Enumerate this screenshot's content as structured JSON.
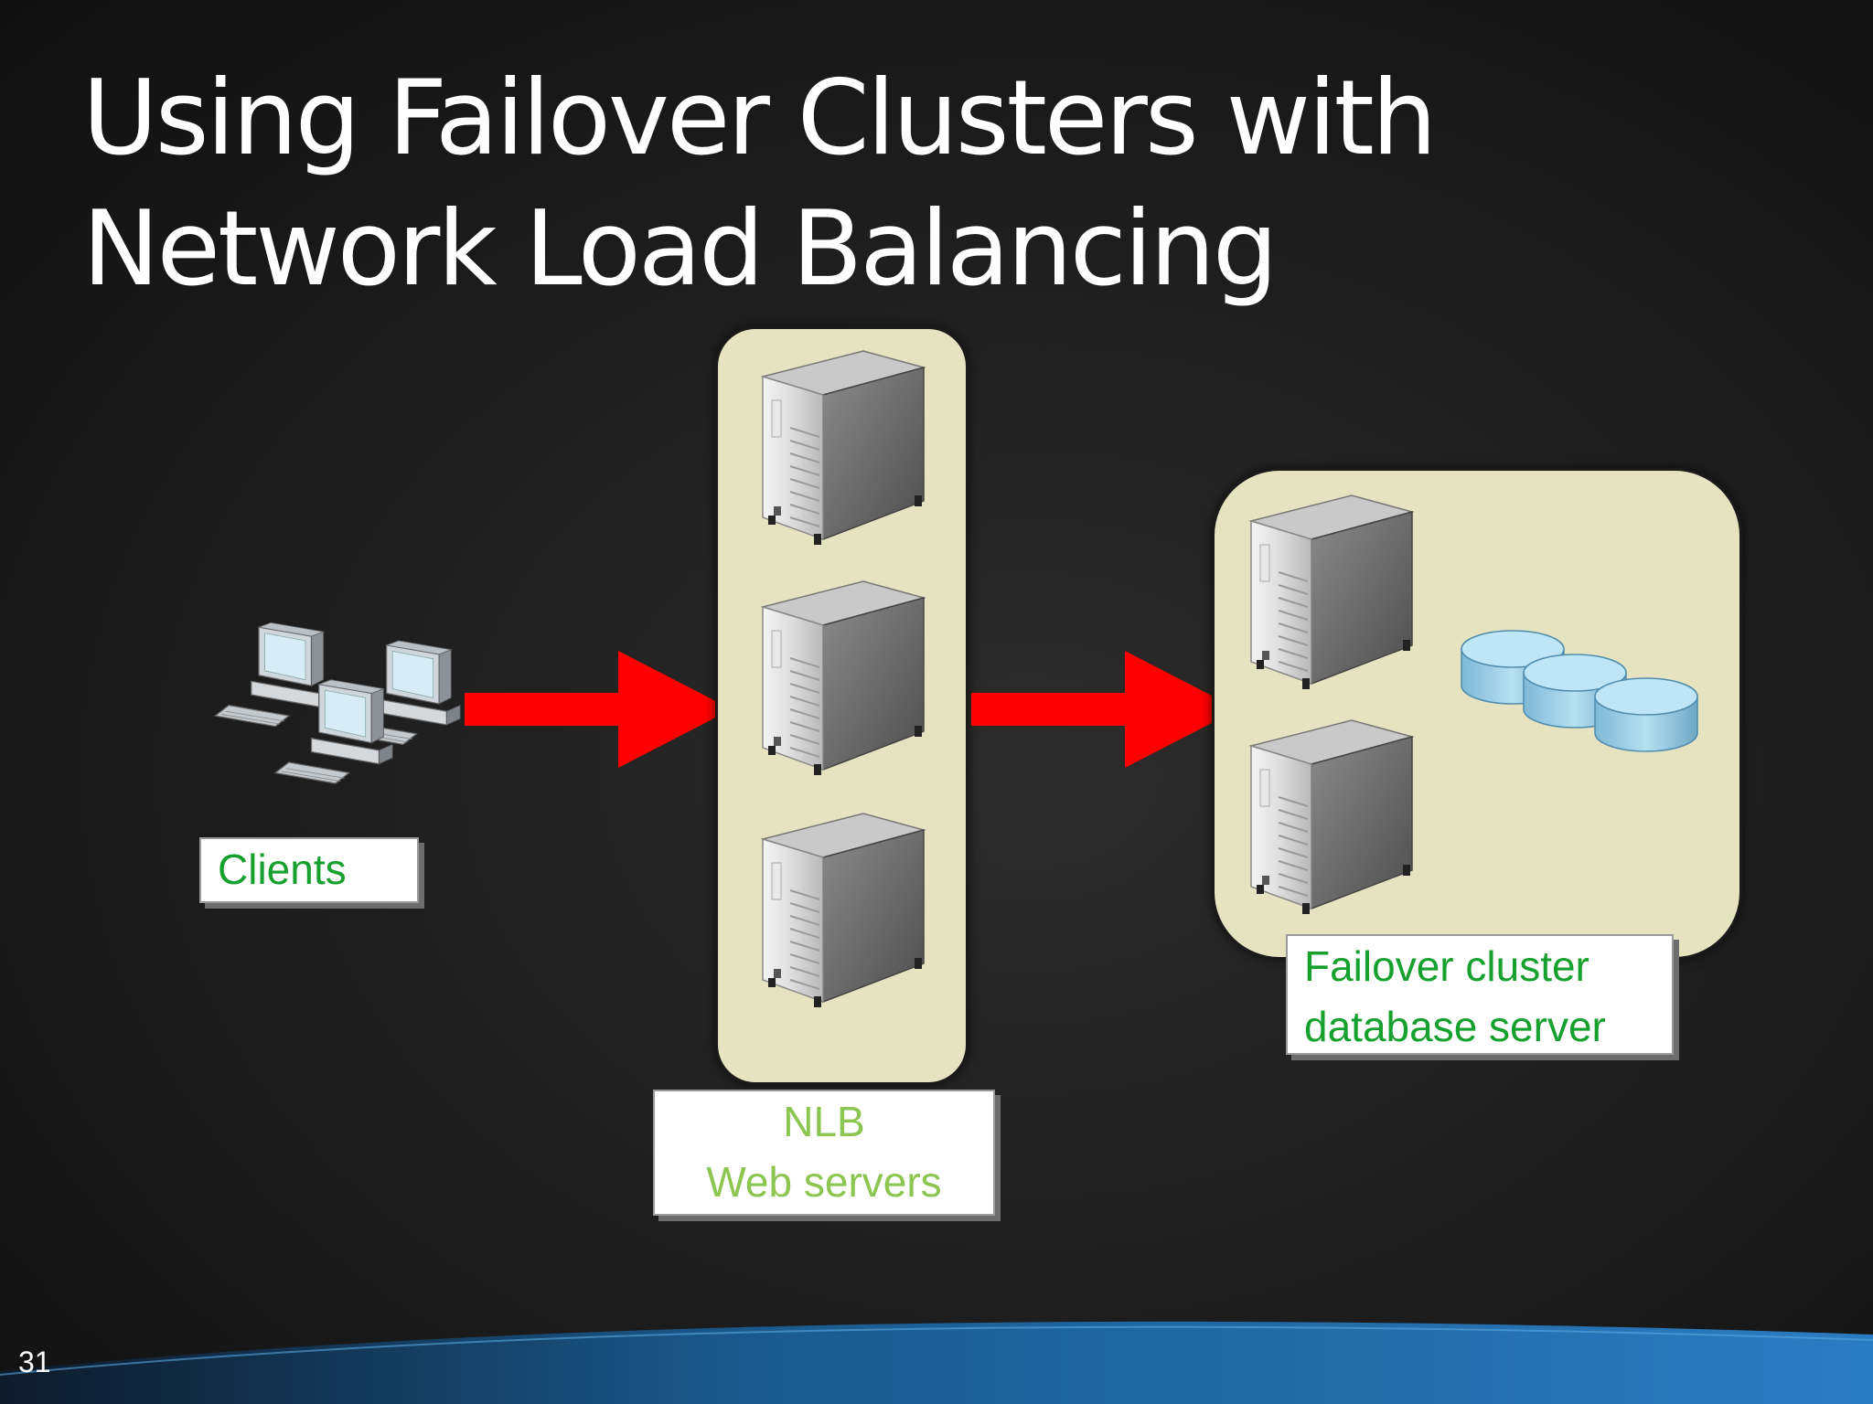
{
  "slide": {
    "title_line1": "Using Failover Clusters with",
    "title_line2": "Network Load Balancing",
    "number": "31"
  },
  "labels": {
    "clients": "Clients",
    "nlb_line1": "NLB",
    "nlb_line2": "Web servers",
    "db_line1": "Failover cluster",
    "db_line2": "database server"
  },
  "colors": {
    "panel": "#e6e3c0",
    "arrow": "#ff0000",
    "label_green": "#16a02e",
    "label_light_green": "#8cc650",
    "disk": "#a8d8ee"
  },
  "icons": {
    "clients": "computer-workstations-icon",
    "server": "tower-server-icon",
    "storage": "database-disk-icon",
    "arrow": "red-arrow-icon"
  }
}
